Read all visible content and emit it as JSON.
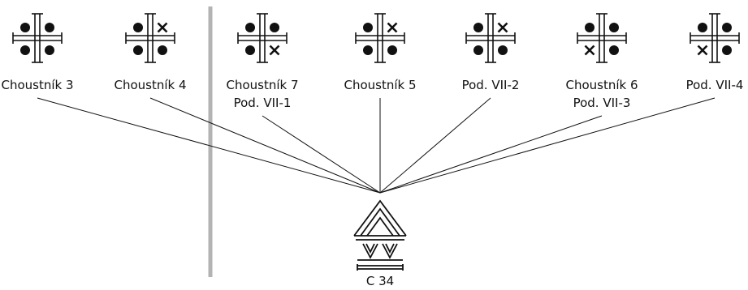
{
  "source": {
    "label": "C 34"
  },
  "nodes": [
    {
      "lines": [
        "Choustník 3"
      ],
      "quadrants": [
        "dot",
        "dot",
        "dot",
        "dot"
      ]
    },
    {
      "lines": [
        "Choustník 4"
      ],
      "quadrants": [
        "dot",
        "cross",
        "dot",
        "dot"
      ]
    },
    {
      "lines": [
        "Choustník 7",
        "Pod. VII-1"
      ],
      "quadrants": [
        "dot",
        "dot",
        "dot",
        "cross"
      ]
    },
    {
      "lines": [
        "Choustník 5"
      ],
      "quadrants": [
        "dot",
        "cross",
        "dot",
        "dot"
      ]
    },
    {
      "lines": [
        "Pod. VII-2"
      ],
      "quadrants": [
        "dot",
        "cross",
        "dot",
        "dot"
      ]
    },
    {
      "lines": [
        "Choustník 6",
        "Pod. VII-3"
      ],
      "quadrants": [
        "dot",
        "dot",
        "cross",
        "dot"
      ]
    },
    {
      "lines": [
        "Pod. VII-4"
      ],
      "quadrants": [
        "dot",
        "dot",
        "cross",
        "dot"
      ]
    }
  ],
  "colors": {
    "ink": "#111111",
    "divider": "#b3b3b3"
  }
}
